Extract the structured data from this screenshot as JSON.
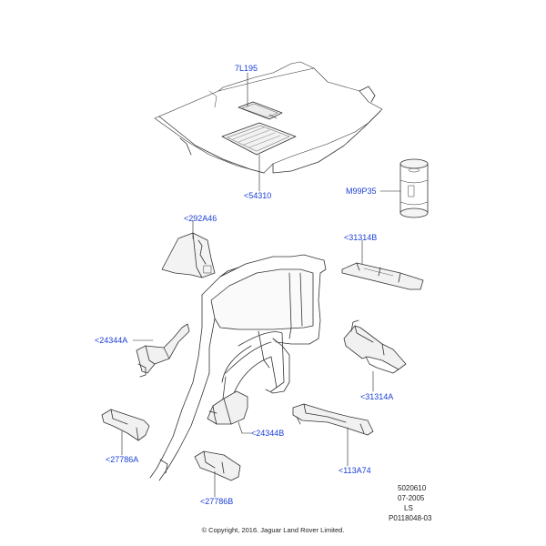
{
  "callouts": {
    "roof_7l195": "7L195",
    "floor_54310": "<54310",
    "can_m99p35": "M99P35",
    "trim_292a46": "<292A46",
    "rail_31314b": "<31314B",
    "clip_24344a": "<24344A",
    "bracket_31314a": "<31314A",
    "pad_24344b": "<24344B",
    "base_113a74": "<113A74",
    "clip_27786a": "<27786A",
    "block_27786b": "<27786B"
  },
  "reference": {
    "number": "5020610",
    "date": "07-2005",
    "code": "LS",
    "drawing_id": "P0118048-03"
  },
  "copyright": "© Copyright, 2016. Jaguar Land Rover Limited."
}
